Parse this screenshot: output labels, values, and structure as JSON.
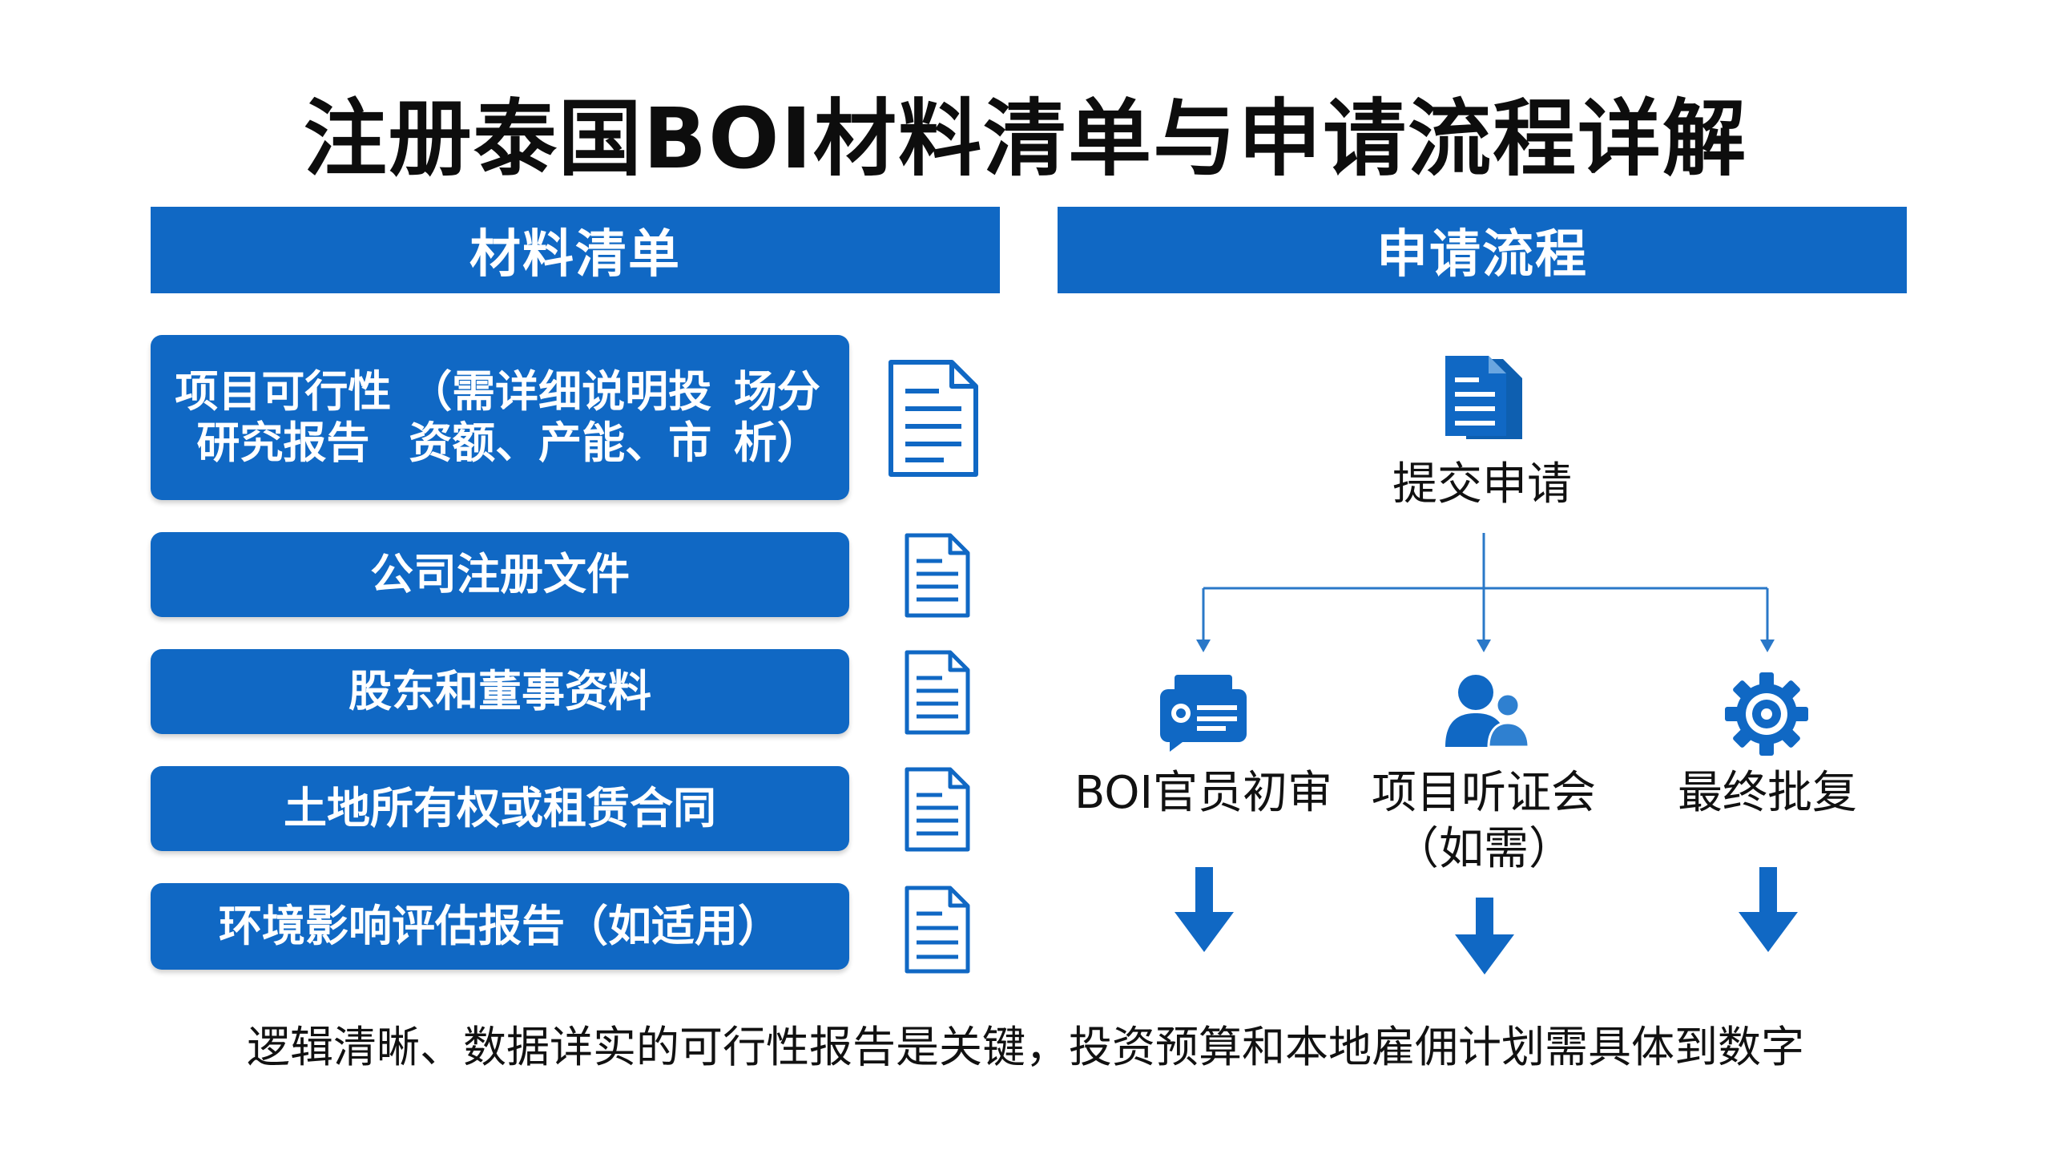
{
  "title": "注册泰国BOI材料清单与申请流程详解",
  "left_header": "材料清单",
  "right_header": "申请流程",
  "materials": [
    {
      "lines": [
        "项目可行性研究报告",
        "（需详细说明投资额、产能、市",
        "场分析）"
      ],
      "icon": "document-icon"
    },
    {
      "lines": [
        "公司注册文件"
      ],
      "icon": "document-icon"
    },
    {
      "lines": [
        "股东和董事资料"
      ],
      "icon": "document-icon"
    },
    {
      "lines": [
        "土地所有权或租赁合同"
      ],
      "icon": "document-icon"
    },
    {
      "lines": [
        "环境影响评估报告（如适用）"
      ],
      "icon": "document-icon"
    }
  ],
  "flow": {
    "start": {
      "label": "提交申请",
      "icon": "document-stack-icon"
    },
    "steps": [
      {
        "label": "BOI官员初审",
        "icon": "printer-id-icon"
      },
      {
        "label": "项目听证会",
        "label2": "（如需）",
        "icon": "users-icon"
      },
      {
        "label": "最终批复",
        "icon": "gear-icon"
      }
    ]
  },
  "footer": "逻辑清晰、数据详实的可行性报告是关键，投资预算和本地雇佣计划需具体到数字",
  "colors": {
    "primary": "#1068c4",
    "line": "#2a78c8",
    "text": "#111111"
  }
}
